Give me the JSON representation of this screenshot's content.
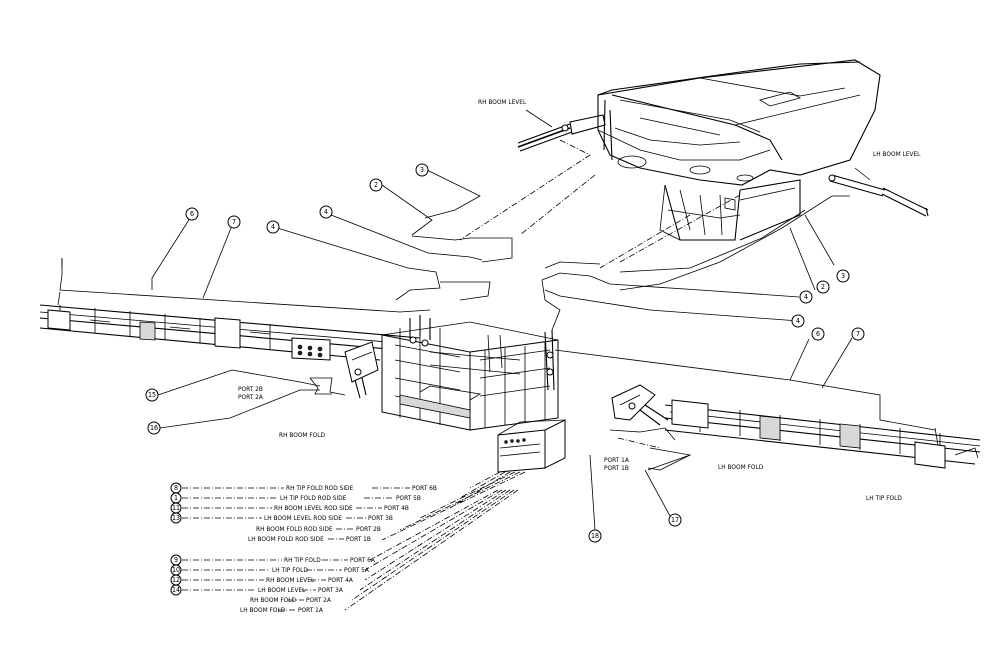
{
  "labels": {
    "rh_boom_level": "RH BOOM LEVEL",
    "lh_boom_level": "LH BOOM LEVEL",
    "rh_boom_fold": "RH BOOM FOLD",
    "lh_boom_fold": "LH BOOM FOLD",
    "lh_tip_fold": "LH TIP FOLD",
    "port_2b": "PORT 2B",
    "port_2a": "PORT 2A",
    "port_1a": "PORT 1A",
    "port_1b": "PORT 1B"
  },
  "callouts": {
    "top_2": "2",
    "top_3": "3",
    "top_4a": "4",
    "top_4b": "4",
    "left_6": "6",
    "left_7": "7",
    "right_2": "2",
    "right_3": "3",
    "right_4a": "4",
    "right_4b": "4",
    "right_6": "6",
    "right_7": "7",
    "c15": "15",
    "c16": "16",
    "c18": "18",
    "c17": "17"
  },
  "hose_table_1": [
    {
      "num": "8",
      "name": "RH TIP FOLD ROD SIDE",
      "port": "PORT 6B"
    },
    {
      "num": "1",
      "name": "LH TIP FOLD ROD SIDE",
      "port": "PORT 5B"
    },
    {
      "num": "11",
      "name": "RH BOOM LEVEL ROD SIDE",
      "port": "PORT 4B"
    },
    {
      "num": "13",
      "name": "LH BOOM LEVEL ROD SIDE",
      "port": "PORT 3B"
    },
    {
      "num": "",
      "name": "RH BOOM FOLD ROD SIDE",
      "port": "PORT 2B"
    },
    {
      "num": "",
      "name": "LH BOOM FOLD ROD SIDE",
      "port": "PORT 1B"
    }
  ],
  "hose_table_2": [
    {
      "num": "9",
      "name": "RH TIP FOLD",
      "port": "PORT 6A"
    },
    {
      "num": "10",
      "name": "LH TIP FOLD",
      "port": "PORT 5A"
    },
    {
      "num": "12",
      "name": "RH BOOM LEVEL",
      "port": "PORT 4A"
    },
    {
      "num": "14",
      "name": "LH BOOM LEVEL",
      "port": "PORT 3A"
    },
    {
      "num": "",
      "name": "RH BOOM FOLD",
      "port": "PORT 2A"
    },
    {
      "num": "",
      "name": "LH BOOM FOLD",
      "port": "PORT 1A"
    }
  ]
}
